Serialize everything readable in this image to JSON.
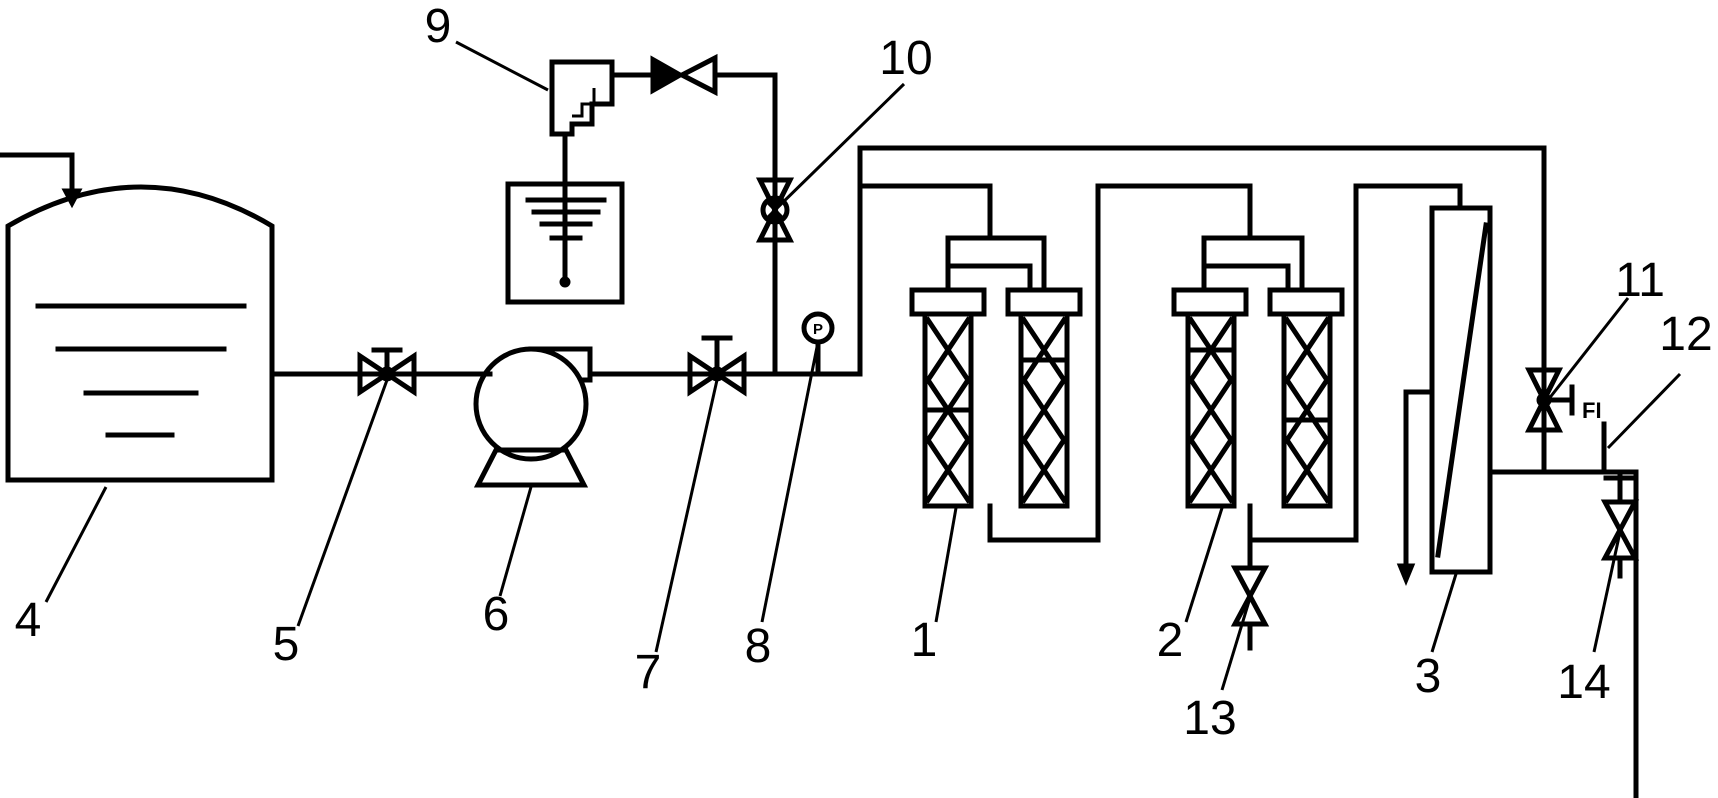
{
  "labels": {
    "l1": "1",
    "l2": "2",
    "l3": "3",
    "l4": "4",
    "l5": "5",
    "l6": "6",
    "l7": "7",
    "l8": "8",
    "l9": "9",
    "l10": "10",
    "l11": "11",
    "l12": "12",
    "l13": "13",
    "l14": "14"
  },
  "gauge_symbol": "P",
  "flow_indicator": "FI",
  "colors": {
    "line": "#000000",
    "background": "#ffffff"
  }
}
